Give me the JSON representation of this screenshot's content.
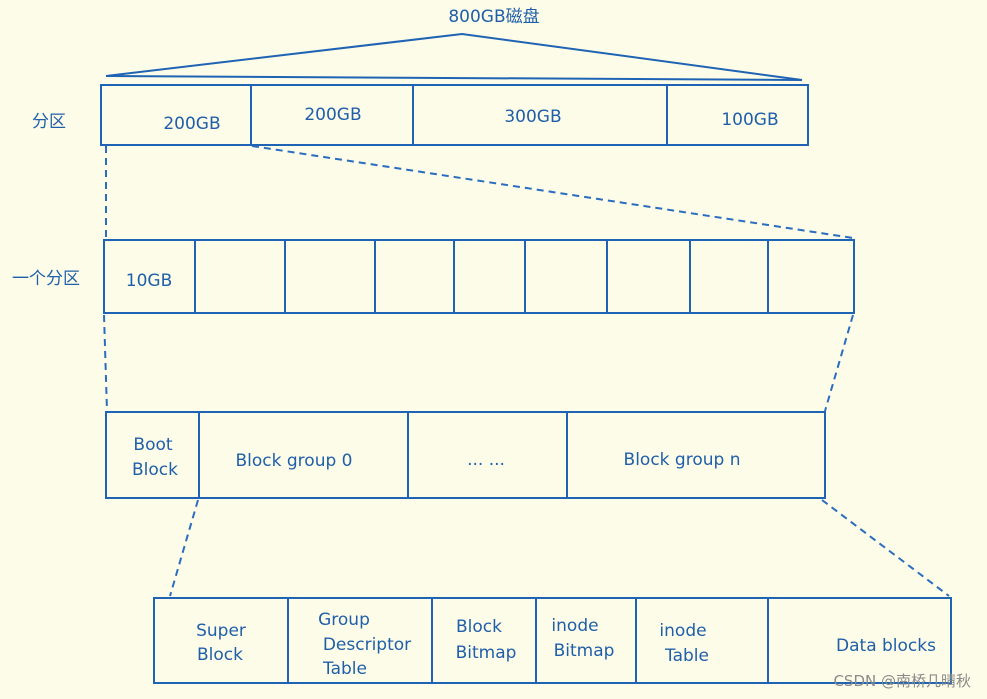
{
  "colors": {
    "background": "#fdfce8",
    "ink": "#1f63b4",
    "watermark": "#8a8a8a"
  },
  "disk": {
    "title": "800GB磁盘"
  },
  "partitions": {
    "label": "分区",
    "segments": [
      "200GB",
      "200GB",
      "300GB",
      "100GB"
    ]
  },
  "one_partition": {
    "label": "一个分区",
    "first_block": "10GB"
  },
  "layout": {
    "boot_line1": "Boot",
    "boot_line2": "Block",
    "group0": "Block group 0",
    "ellipsis": "... ...",
    "groupn": "Block group n"
  },
  "group_detail": {
    "super_line1": "Super",
    "super_line2": "Block",
    "gdt_line1": "Group",
    "gdt_line2": "Descriptor",
    "gdt_line3": "Table",
    "bbitmap_line1": "Block",
    "bbitmap_line2": "Bitmap",
    "ibitmap_line1": "inode",
    "ibitmap_line2": "Bitmap",
    "itable_line1": "inode",
    "itable_line2": "Table",
    "data": "Data blocks"
  },
  "watermark": "CSDN @南桥几晴秋"
}
